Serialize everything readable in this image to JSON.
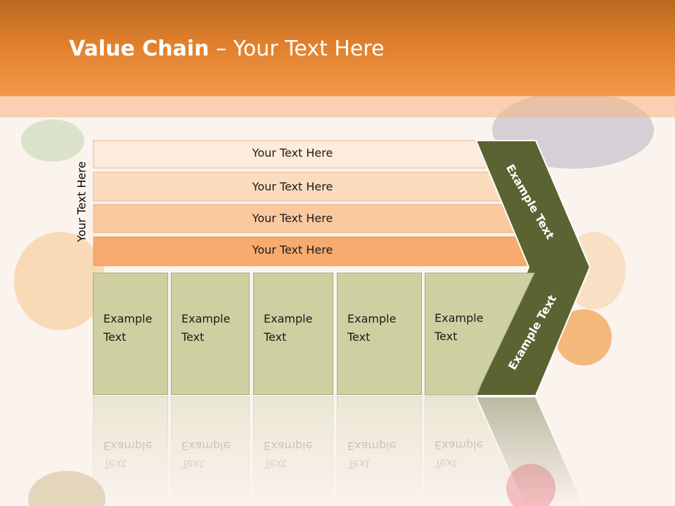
{
  "slide": {
    "title_bold": "Value Chain",
    "title_rest": " – Your Text Here",
    "side_label": "Your Text Here"
  },
  "rows": [
    {
      "label": "Your Text Here",
      "color": "#fdebdc"
    },
    {
      "label": "Your Text Here",
      "color": "#fcdcbf"
    },
    {
      "label": "Your Text Here",
      "color": "#fbc99e"
    },
    {
      "label": "Your Text Here",
      "color": "#f8ab6e"
    }
  ],
  "boxes": [
    {
      "line1": "Example",
      "line2": "Text"
    },
    {
      "line1": "Example",
      "line2": "Text"
    },
    {
      "line1": "Example",
      "line2": "Text"
    },
    {
      "line1": "Example",
      "line2": "Text"
    },
    {
      "line1": "Example",
      "line2": "Text"
    }
  ],
  "chevron": {
    "upper_label": "Example Text",
    "lower_label": "Example Text",
    "color": "#5b6332",
    "box_color": "#cfd0a1"
  }
}
